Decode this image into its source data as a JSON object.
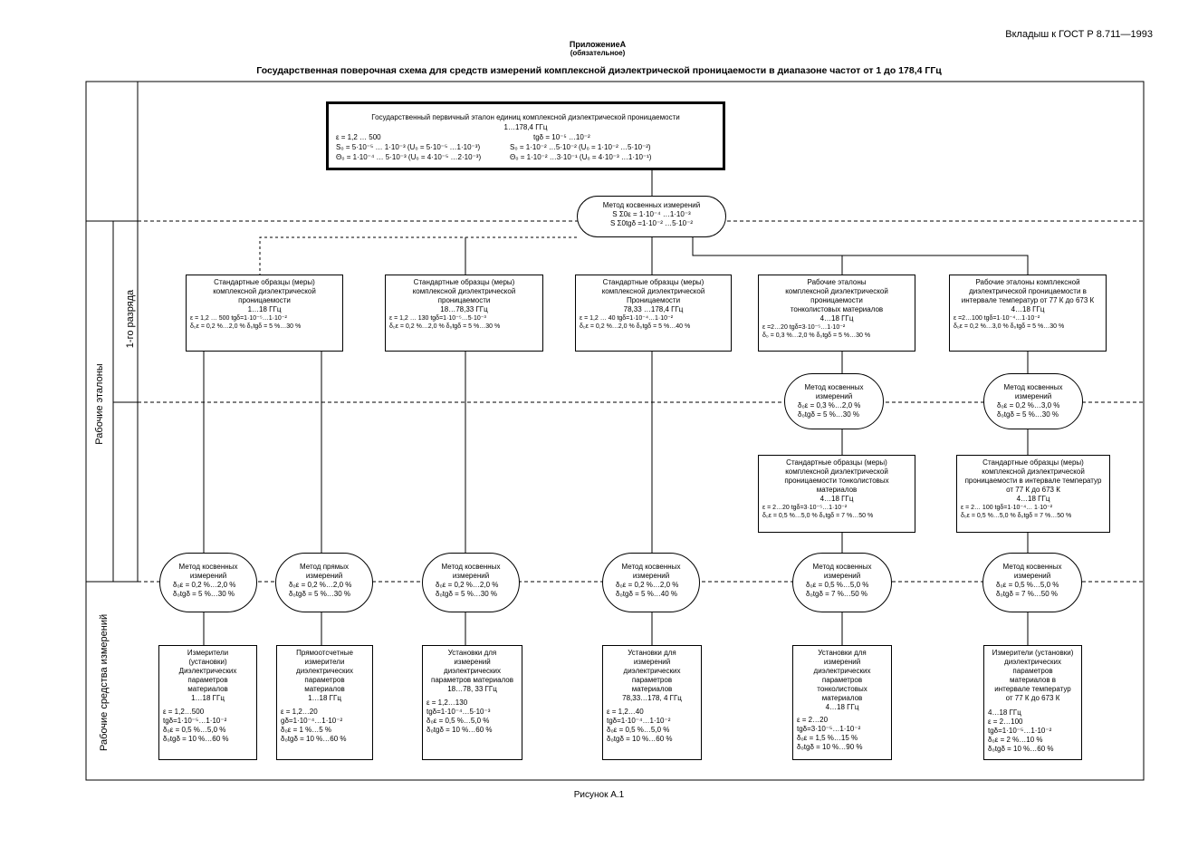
{
  "header": {
    "ref": "Вкладыш к ГОСТ Р 8.711—1993",
    "appendix": "ПриложениеА",
    "mandatory": "(обязательное)",
    "title": "Государственная поверочная схема для средств измерений комплексной диэлектрической проницаемости в диапазоне частот от 1 до 178,4 ГГц",
    "figure": "Рисунок А.1"
  },
  "side_labels": {
    "working_standards": "Рабочие эталоны",
    "rank1": "1-го разряда",
    "working_instruments": "Рабочие средства измерений"
  },
  "primary": {
    "title": "Государственный первичный эталон единиц комплексной диэлектрической проницаемости",
    "range": "1…178,4 ГГц",
    "left": [
      "ε = 1,2 …          500",
      "S₀ = 5·10⁻⁵ … 1·10⁻³ (U₀ = 5·10⁻⁵ …1·10⁻³)",
      "Θ₀ = 1·10⁻⁴ … 5·10⁻³ (U₀ = 4·10⁻⁵ …2·10⁻³)"
    ],
    "right": [
      "tgδ = 10⁻⁵ …10⁻²",
      "S₀ = 1·10⁻² …5·10⁻² (U₀ = 1·10⁻² …5·10⁻²)",
      "Θ₀ = 1·10⁻² …3·10⁻¹ (U₀ = 4·10⁻³ …1·10⁻¹)"
    ]
  },
  "method_top": {
    "title": "Метод косвенных измерений",
    "l1": "S Σ0ε = 1·10⁻⁴ …1·10⁻³",
    "l2": "S Σ0tgδ =1·10⁻² …5·10⁻²"
  },
  "rank1_boxes": [
    {
      "lines": [
        "Стандартные образцы (меры)",
        "комплексной диэлектрической",
        "проницаемости",
        "1…18 ГГц"
      ],
      "p": [
        "ε = 1,2 … 500 tgδ=1·10⁻⁵…1·10⁻²",
        "δ₀ε = 0,2 %…2,0 % δ₀tgδ = 5 %…30 %"
      ]
    },
    {
      "lines": [
        "Стандартные образцы (меры)",
        "комплексной диэлектрической",
        "проницаемости",
        "18…78,33 ГГц"
      ],
      "p": [
        "ε = 1,2 … 130 tgδ=1·10⁻⁵…5·10⁻³",
        "δ₀ε = 0,2 %…2,0 % δ₀tgδ = 5 %…30 %"
      ]
    },
    {
      "lines": [
        "Стандартные образцы (меры)",
        "комплексной диэлектрической",
        "Проницаемости",
        "78,33 …178,4 ГГц"
      ],
      "p": [
        "ε = 1,2 … 40 tgδ=1·10⁻⁴…1·10⁻²",
        "δ₀ε = 0,2 %…2,0 % δ₀tgδ = 5 %…40 %"
      ]
    },
    {
      "lines": [
        "Рабочие эталоны",
        "комплексной диэлектрической",
        "проницаемости",
        "тонколистовых материалов",
        "4…18 ГГц"
      ],
      "p": [
        "ε =2…20 tgδ=3·10⁻⁵…1·10⁻²",
        "δ₀ = 0,3 %…2,0 % δ₀tgδ = 5 %…30 %"
      ]
    },
    {
      "lines": [
        "Рабочие эталоны комплексной",
        "диэлектрической проницаемости в",
        "интервале температур от 77 К до 673 К",
        "4…18 ГГц"
      ],
      "p": [
        "ε =2…100 tgδ=1·10⁻⁴…1·10⁻²",
        "δ₀ε = 0,2 %…3,0 % δ₀tgδ = 5 %…30 %"
      ]
    }
  ],
  "mid_methods": [
    {
      "title": [
        "Метод косвенных",
        "измерений"
      ],
      "p": [
        "δ₀ε = 0,3 %…2,0 %",
        "δ₀tgδ = 5 %…30 %"
      ]
    },
    {
      "title": [
        "Метод косвенных",
        "измерений"
      ],
      "p": [
        "δ₀ε = 0,2 %…3,0 %",
        "δ₀tgδ = 5 %…30 %"
      ]
    }
  ],
  "mid_boxes": [
    {
      "lines": [
        "Стандартные образцы (меры)",
        "комплексной диэлектрической",
        "проницаемости тонколистовых",
        "материалов",
        "4…18 ГГц"
      ],
      "p": [
        "ε = 2…20 tgδ=3·10⁻⁵…1·10⁻²",
        "δ₀ε = 0,5 %…5,0 % δ₀tgδ = 7 %…50 %"
      ]
    },
    {
      "lines": [
        "Стандартные образцы (меры)",
        "комплексной диэлектрической",
        "проницаемости в интервале температур",
        "от 77 К до 673 К",
        "4…18 ГГц"
      ],
      "p": [
        "ε = 2… 100 tgδ=1·10⁻⁴… 1·10⁻²",
        "δ₀ε = 0,5 %…5,0 % δ₀tgδ = 7 %…50 %"
      ]
    }
  ],
  "low_methods": [
    {
      "title": [
        "Метод косвенных",
        "измерений"
      ],
      "p": [
        "δ₀ε = 0,2 %…2,0 %",
        "δ₀tgδ = 5 %…30 %"
      ]
    },
    {
      "title": [
        "Метод прямых",
        "измерений"
      ],
      "p": [
        "δ₀ε = 0,2 %…2,0 %",
        "δ₀tgδ = 5 %…30 %"
      ]
    },
    {
      "title": [
        "Метод косвенных",
        "измерений"
      ],
      "p": [
        "δ₀ε = 0,2 %…2,0 %",
        "δ₀tgδ = 5 %…30 %"
      ]
    },
    {
      "title": [
        "Метод косвенных",
        "измерений"
      ],
      "p": [
        "δ₀ε = 0,2 %…2,0 %",
        "δ₀tgδ = 5 %…40 %"
      ]
    },
    {
      "title": [
        "Метод косвенных",
        "измерений"
      ],
      "p": [
        "δ₀ε = 0,5 %…5,0 %",
        "δ₀tgδ = 7 %…50 %"
      ]
    },
    {
      "title": [
        "Метод косвенных",
        "измерений"
      ],
      "p": [
        "δ₀ε = 0,5 %…5,0 %",
        "δ₀tgδ = 7 %…50 %"
      ]
    }
  ],
  "instruments": [
    {
      "lines": [
        "Измерители",
        "(установки)",
        "Диэлектрических",
        "параметров",
        "материалов",
        "1…18 ГГц"
      ],
      "p": [
        "ε = 1,2…500",
        "tgδ=1·10⁻⁵…1·10⁻²",
        "δ₀ε = 0,5 %…5,0 %",
        "δ₀tgδ = 10 %…60 %"
      ]
    },
    {
      "lines": [
        "Прямоотсчетные",
        "измерители",
        "диэлектрических",
        "параметров",
        "материалов",
        "1…18 ГГц"
      ],
      "p": [
        "ε = 1,2…20",
        "gδ=1·10⁻⁴…1·10⁻²",
        "δ₀ε = 1 %…5 %",
        "δ₀tgδ = 10 %…60 %"
      ]
    },
    {
      "lines": [
        "Установки для",
        "измерений",
        "диэлектрических",
        "параметров материалов",
        "18…78, 33 ГГц"
      ],
      "p": [
        "ε = 1,2…130",
        "tgδ=1·10⁻⁴…5·10⁻³",
        "δ₀ε = 0,5 %…5,0 %",
        "δ₀tgδ = 10 %…60 %"
      ]
    },
    {
      "lines": [
        "Установки для",
        "измерений",
        "диэлектрических",
        "параметров",
        "материалов",
        "78,33…178, 4 ГГц"
      ],
      "p": [
        "ε = 1,2…40",
        "tgδ=1·10⁻⁴…1·10⁻²",
        "δ₀ε = 0,5 %…5,0 %",
        "δ₀tgδ = 10 %…60 %"
      ]
    },
    {
      "lines": [
        "Установки для",
        "измерений",
        "диэлектрических",
        "параметров",
        "тонколистовых",
        "материалов",
        "4…18 ГГц"
      ],
      "p": [
        "ε = 2…20",
        "tgδ=3·10⁻⁵…1·10⁻²",
        "δ₀ε = 1,5 %…15 %",
        "δ₀tgδ = 10 %…90 %"
      ]
    },
    {
      "lines": [
        "Измерители (установки)",
        "диэлектрических",
        "параметров",
        "материалов в",
        "интервале температур",
        "от 77 К до 673 К",
        "",
        "4…18 ГГц"
      ],
      "p": [
        "ε = 2…100",
        "tgδ=1·10⁻⁵…1·10⁻²",
        "δ₀ε = 2 %…10 %",
        "δ₀tgδ = 10 %…60 %"
      ]
    }
  ]
}
